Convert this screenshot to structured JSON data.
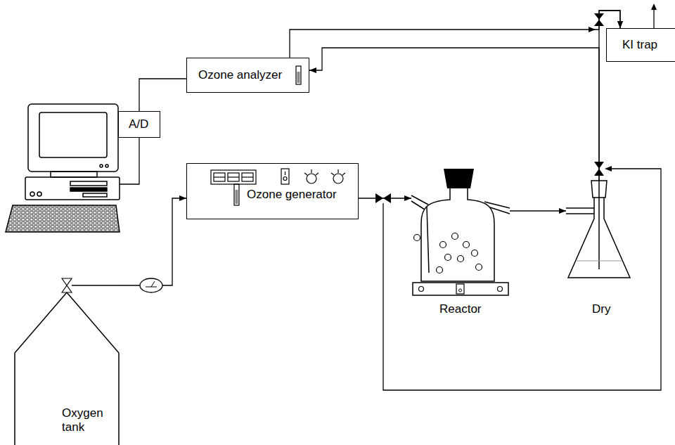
{
  "diagram": {
    "nodes": [
      {
        "text": [
          "Ozone analyzer"
        ]
      },
      {
        "text": [
          "A/D"
        ]
      },
      {
        "text": [
          "Ozone generator"
        ]
      },
      {
        "text": [
          "Reactor"
        ]
      },
      {
        "text": [
          "Dry"
        ]
      },
      {
        "text": [
          "KI trap"
        ]
      },
      {
        "text": [
          "Oxygen tank"
        ]
      }
    ],
    "edges": [
      {
        "from": 6,
        "to": 2,
        "arrow": "to"
      },
      {
        "from": 2,
        "to": 3,
        "arrow": "to"
      },
      {
        "from": 3,
        "to": 4,
        "arrow": "to"
      },
      {
        "from": 4,
        "to": 5,
        "arrow": "to"
      },
      {
        "from": 4,
        "to": 0,
        "arrow": "to"
      },
      {
        "from": 0,
        "to": 5,
        "arrow": "to"
      },
      {
        "from": 0,
        "to": 1,
        "arrow": "none"
      }
    ]
  }
}
